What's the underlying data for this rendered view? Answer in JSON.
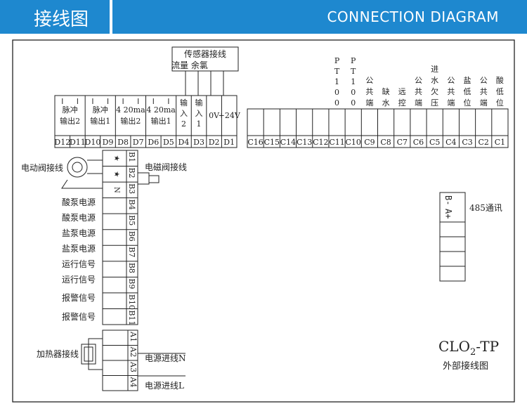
{
  "header": {
    "title_cn": "接线图",
    "title_en": "CONNECTION  DIAGRAM"
  },
  "sensor_group": {
    "title_line1": "传感器接线",
    "title_line2": "流量 余氯"
  },
  "top_left_function_labels": [
    {
      "line1": "脉冲",
      "line2": "输出2"
    },
    {
      "line1": "脉冲",
      "line2": "输出1"
    },
    {
      "line1": "4  20ma",
      "line2": "输出2"
    },
    {
      "line1": "4  20ma",
      "line2": "输出1"
    },
    {
      "line1": "输",
      "line2": "入",
      "line3": "2"
    },
    {
      "line1": "输",
      "line2": "入",
      "line3": "1"
    },
    {
      "line1": "0V"
    },
    {
      "line1": "+24V"
    }
  ],
  "top_left_terminals": [
    "D12",
    "D11",
    "D10",
    "D9",
    "D8",
    "D7",
    "D6",
    "D5",
    "D4",
    "D3",
    "D2",
    "D1"
  ],
  "top_right_terminals": [
    "C16",
    "C15",
    "C14",
    "C13",
    "C12",
    "C11",
    "C10",
    "C9",
    "C8",
    "C7",
    "C6",
    "C5",
    "C4",
    "C3",
    "C2",
    "C1"
  ],
  "top_right_labels": {
    "c11": [
      "P",
      "T",
      "1",
      "0",
      "0"
    ],
    "c10": [
      "P",
      "T",
      "1",
      "0",
      "0"
    ],
    "c9": [
      "公",
      "共",
      "端"
    ],
    "c8": [
      "缺",
      "水"
    ],
    "c7": [
      "远",
      "控"
    ],
    "c6": [
      "公",
      "共",
      "端"
    ],
    "c5": [
      "进",
      "水",
      "欠",
      "压"
    ],
    "c4": [
      "公",
      "共",
      "端"
    ],
    "c3": [
      "盐",
      "低",
      "位"
    ],
    "c2": [
      "公",
      "共",
      "端"
    ],
    "c1": [
      "酸",
      "低",
      "位"
    ]
  },
  "b_terminals": [
    "B1",
    "B2",
    "B3",
    "B4",
    "B5",
    "B6",
    "B7",
    "B8",
    "B9",
    "B10",
    "B11"
  ],
  "b_marks": [
    "★",
    "★",
    "N"
  ],
  "left_labels": {
    "motor_valve": "电动阀接线",
    "solenoid_valve": "电磁阀接线",
    "acid_pump_1": "酸泵电源",
    "acid_pump_2": "酸泵电源",
    "salt_pump_1": "盐泵电源",
    "salt_pump_2": "盐泵电源",
    "run_signal_1": "运行信号",
    "run_signal_2": "运行信号",
    "alarm_signal_1": "报警信号",
    "alarm_signal_2": "报警信号",
    "heater": "加热器接线"
  },
  "a_terminals": [
    "A1",
    "A2",
    "A3",
    "A4"
  ],
  "power_in_n": "电源进线N",
  "power_in_l": "电源进线L",
  "comm_block": {
    "labels": [
      "B-",
      "A+"
    ],
    "title": "485通讯"
  },
  "model": {
    "prefix": "CLO",
    "subscript": "2",
    "suffix": "-TP",
    "caption": "外部接线图"
  }
}
